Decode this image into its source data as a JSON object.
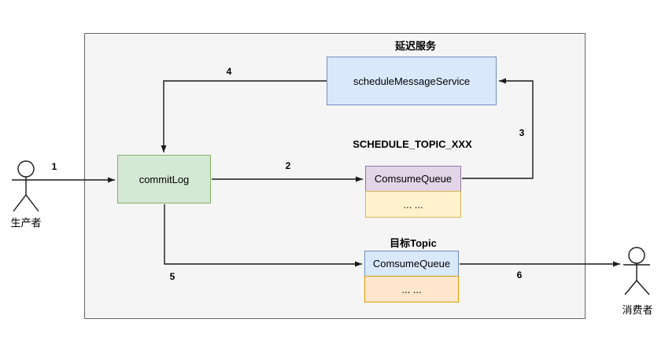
{
  "diagram": {
    "title": "延迟服务",
    "producer": {
      "label": "生产者"
    },
    "consumer": {
      "label": "消费者"
    },
    "nodes": {
      "scheduleMessageService": {
        "label": "scheduleMessageService"
      },
      "commitLog": {
        "label": "commitLog"
      },
      "scheduleTopic": {
        "title": "SCHEDULE_TOPIC_XXX",
        "queueLabel": "ComsumeQueue",
        "moreLabel": "... ..."
      },
      "targetTopic": {
        "title": "目标Topic",
        "queueLabel": "ComsumeQueue",
        "moreLabel": "... ..."
      }
    },
    "edgeLabels": {
      "step1": "1",
      "step2": "2",
      "step3": "3",
      "step4": "4",
      "step5": "5",
      "step6": "6"
    },
    "colors": {
      "serviceFill": "#dae8fc",
      "serviceStroke": "#6c8ebf",
      "commitLogFill": "#d5e8d4",
      "commitLogStroke": "#82b366",
      "scheduleQueueFill": "#e1d5e7",
      "scheduleQueueStroke": "#9673a6",
      "scheduleMoreFill": "#fff2cc",
      "scheduleMoreStroke": "#d6b656",
      "targetQueueFill": "#dae8fc",
      "targetQueueStroke": "#6c8ebf",
      "targetMoreFill": "#ffe6cc",
      "targetMoreStroke": "#d79b00",
      "containerFill": "#f5f5f5",
      "containerStroke": "#666666",
      "line": "#1a1a1a"
    }
  }
}
